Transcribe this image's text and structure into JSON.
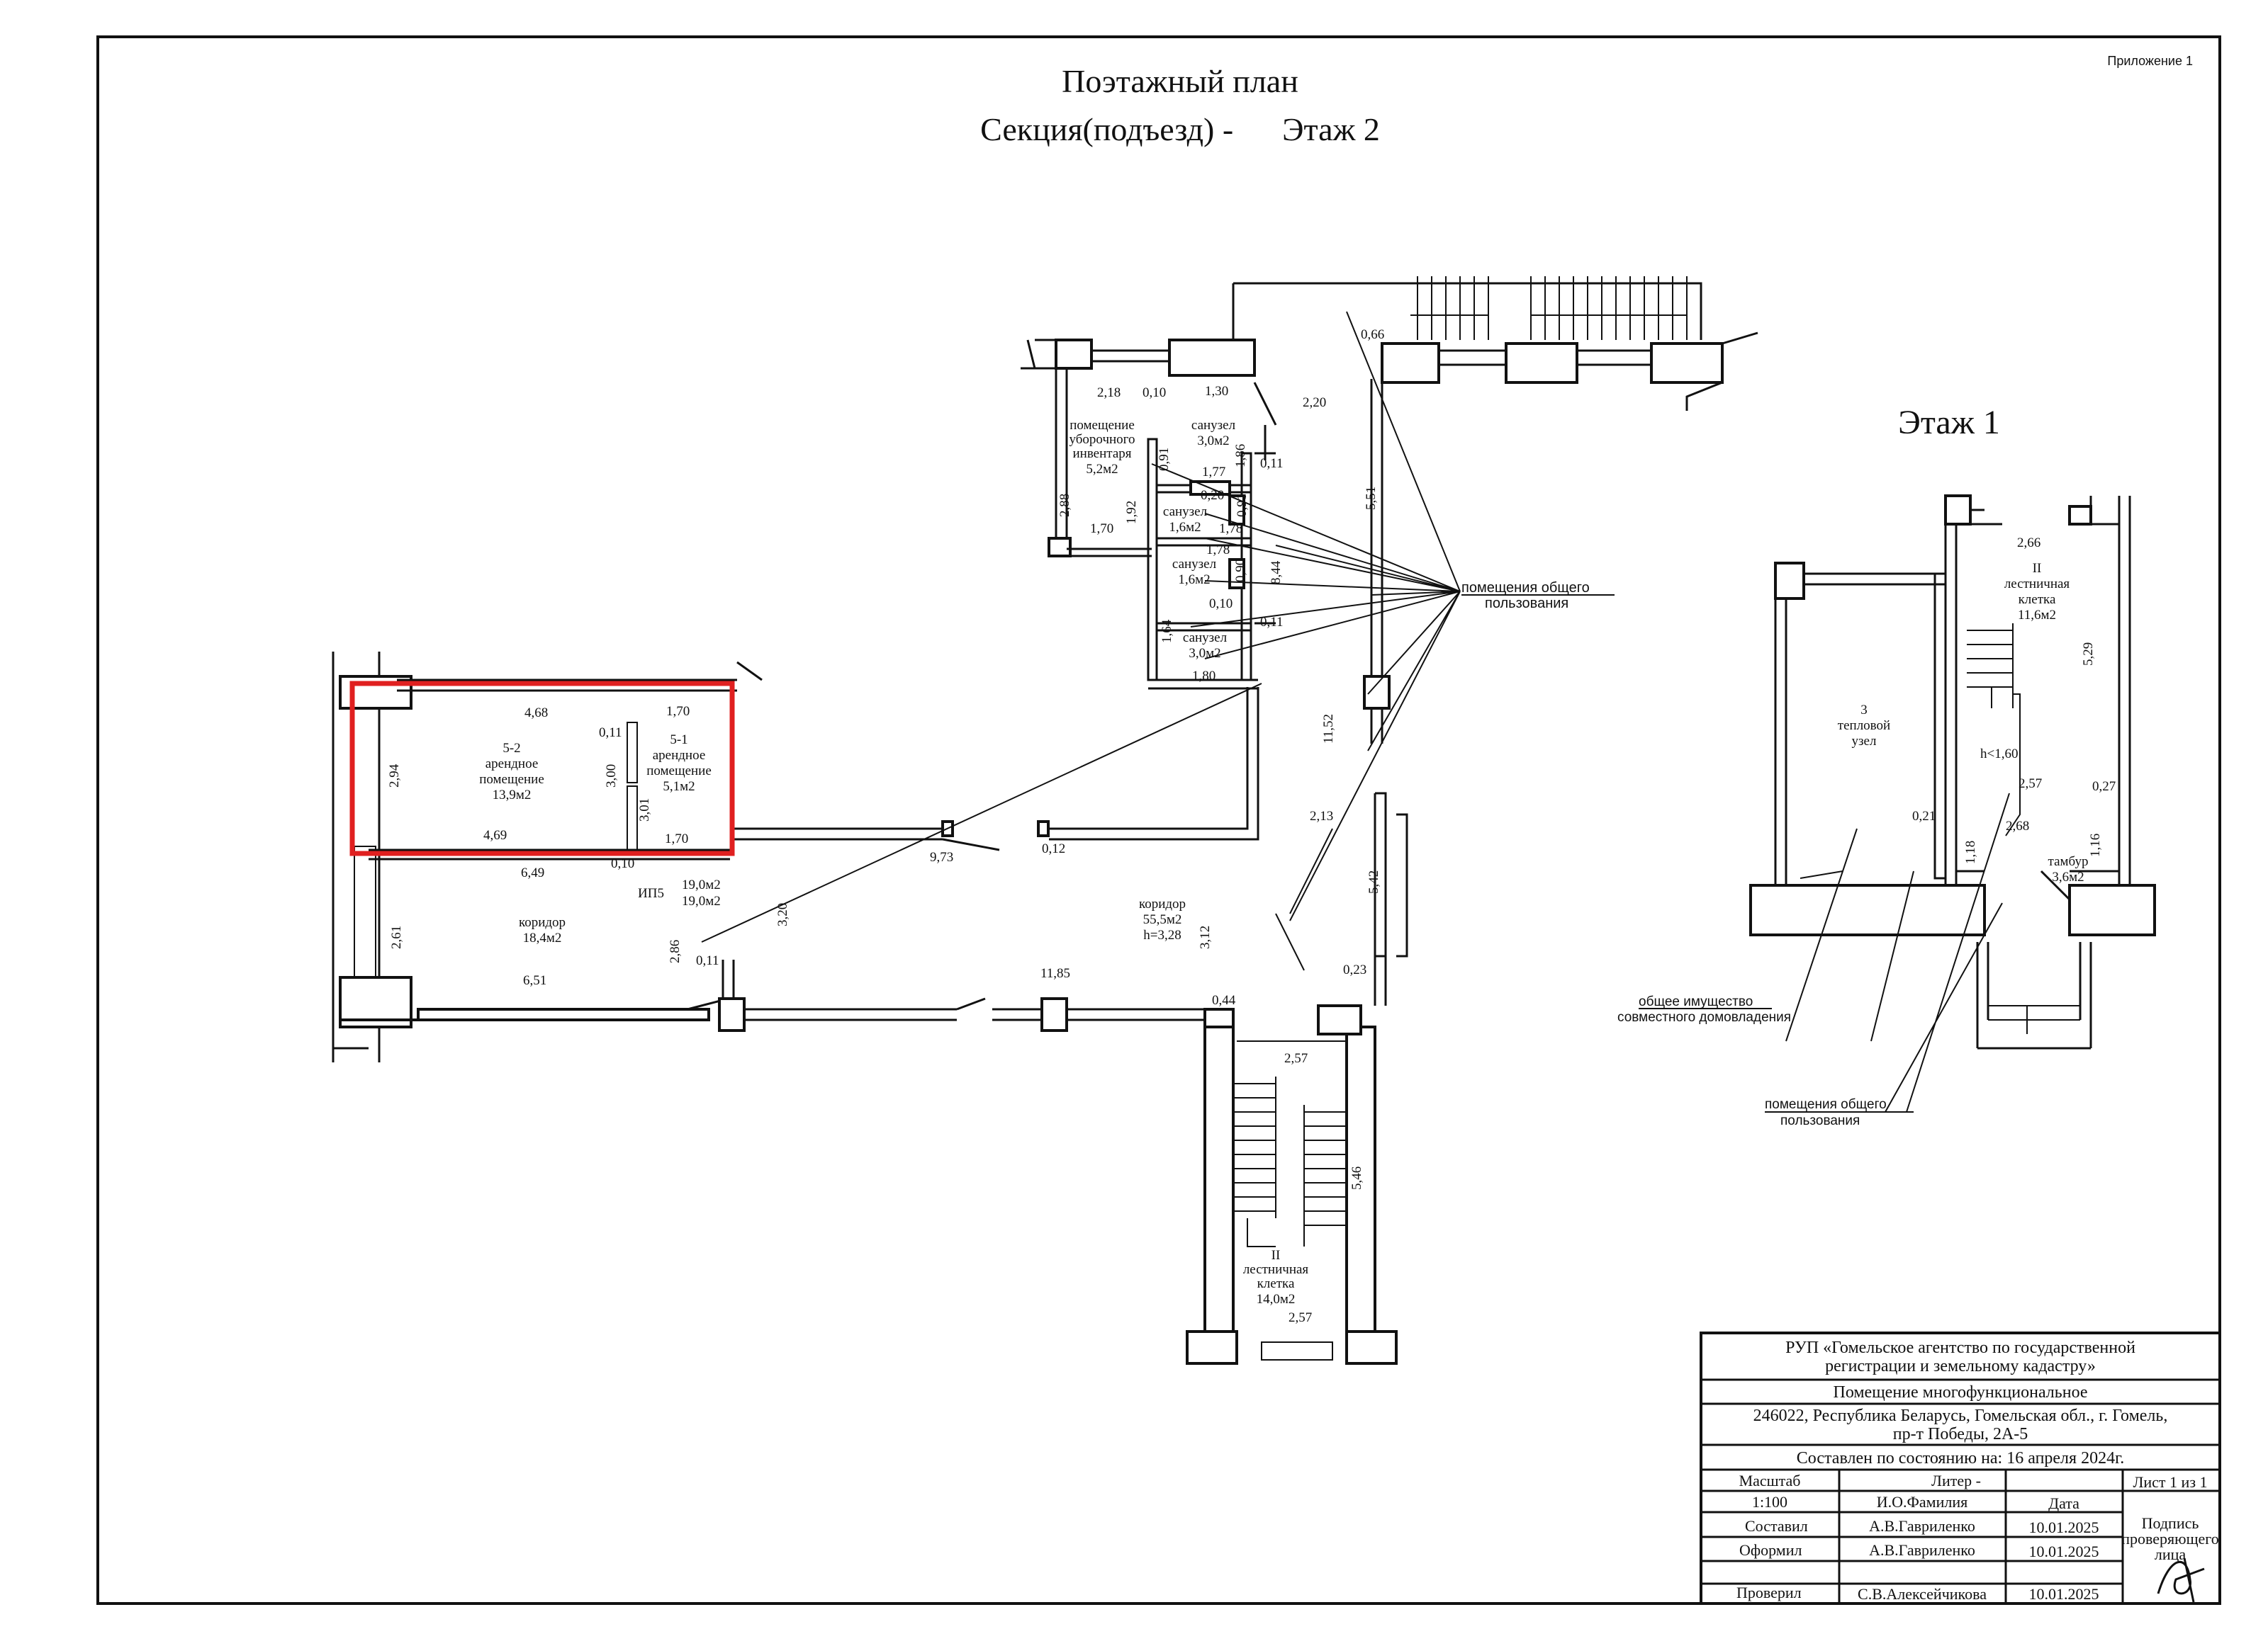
{
  "header": {
    "appendix": "Приложение 1",
    "title": "Поэтажный план",
    "subtitle": "Секция(подъезд) -      Этаж 2"
  },
  "floor1_title": "Этаж 1",
  "colors": {
    "highlight": "#e02020",
    "line": "#111111"
  },
  "rooms": {
    "r52": [
      "5-2",
      "арендное",
      "помещение",
      "13,9м2"
    ],
    "r51": [
      "5-1",
      "арендное",
      "помещение",
      "5,1м2"
    ],
    "ip5": [
      "ИП5",
      "19,0м2",
      "19,0м2"
    ],
    "corr1": [
      "коридор",
      "18,4м2"
    ],
    "corr2": [
      "коридор",
      "55,5м2",
      "h=3,28"
    ],
    "cleaning": [
      "помещение",
      "уборочного",
      "инвентаря",
      "5,2м2"
    ],
    "wc1": [
      "санузел",
      "3,0м2"
    ],
    "wc2": [
      "санузел",
      "1,6м2"
    ],
    "wc3": [
      "санузел",
      "1,6м2"
    ],
    "wc4": [
      "санузел",
      "3,0м2"
    ],
    "stair2": [
      "II",
      "лестничная",
      "клетка",
      "14,0м2"
    ],
    "stair1": [
      "II",
      "лестничная",
      "клетка",
      "11,6м2"
    ],
    "heat": [
      "3",
      "тепловой",
      "узел"
    ],
    "vest": [
      "тамбур",
      "3,6м2"
    ],
    "hnote": "h<1,60"
  },
  "callouts": {
    "common2": [
      "помещения общего",
      "пользования"
    ],
    "common1": [
      "помещения общего",
      "пользования"
    ],
    "shared": [
      "общее имущество",
      "совместного домовладения"
    ]
  },
  "dims": {
    "d468": "4,68",
    "d170a": "1,70",
    "d011a": "0,11",
    "d294": "2,94",
    "d300": "3,00",
    "d301": "3,01",
    "d469": "4,69",
    "d170b": "1,70",
    "d649": "6,49",
    "d010a": "0,10",
    "d261": "2,61",
    "d651": "6,51",
    "d286": "2,86",
    "d320": "3,20",
    "d011b": "0,11",
    "d973": "9,73",
    "d012": "0,12",
    "d1185": "11,85",
    "d312": "3,12",
    "d218": "2,18",
    "d010b": "0,10",
    "d130": "1,30",
    "d186": "1,86",
    "d011c": "0,11",
    "d091a": "0,91",
    "d192": "1,92",
    "d288": "2,88",
    "d170c": "1,70",
    "d177": "1,77",
    "d020": "0,20",
    "d091b": "0,91",
    "d178a": "1,78",
    "d178b": "1,78",
    "d090": "0,90",
    "d010c": "0,10",
    "d844": "8,44",
    "d164": "1,64",
    "d011d": "0,11",
    "d180": "1,80",
    "d066": "0,66",
    "d220": "2,20",
    "d551": "5,51",
    "d1152": "11,52",
    "d213": "2,13",
    "d542": "5,42",
    "d023": "0,23",
    "d044": "0,44",
    "d257a": "2,57",
    "d546": "5,46",
    "d257b": "2,57",
    "d266": "2,66",
    "d529": "5,29",
    "d257c": "2,57",
    "d027": "0,27",
    "d021": "0,21",
    "d268": "2,68",
    "d118": "1,18",
    "d116": "1,16"
  },
  "titleblock": {
    "org": [
      "РУП «Гомельское агентство по государственной",
      "регистрации и земельному кадастру»"
    ],
    "object": "Помещение многофункциональное",
    "address": [
      "246022, Республика Беларусь, Гомельская обл., г. Гомель,",
      "пр-т Победы, 2А-5"
    ],
    "state": "Составлен по состоянию на: 16 апреля 2024г.",
    "scale_label": "Масштаб",
    "liter": "Литер -",
    "sheet": "Лист 1 из 1",
    "scale": "1:100",
    "col_name": "И.О.Фамилия",
    "col_date": "Дата",
    "signature_label": [
      "Подпись",
      "проверяющего",
      "лица"
    ],
    "rows": [
      {
        "role": "Составил",
        "name": "А.В.Гавриленко",
        "date": "10.01.2025"
      },
      {
        "role": "Оформил",
        "name": "А.В.Гавриленко",
        "date": "10.01.2025"
      },
      {
        "role": "Проверил",
        "name": "С.В.Алексейчикова",
        "date": "10.01.2025"
      }
    ]
  }
}
